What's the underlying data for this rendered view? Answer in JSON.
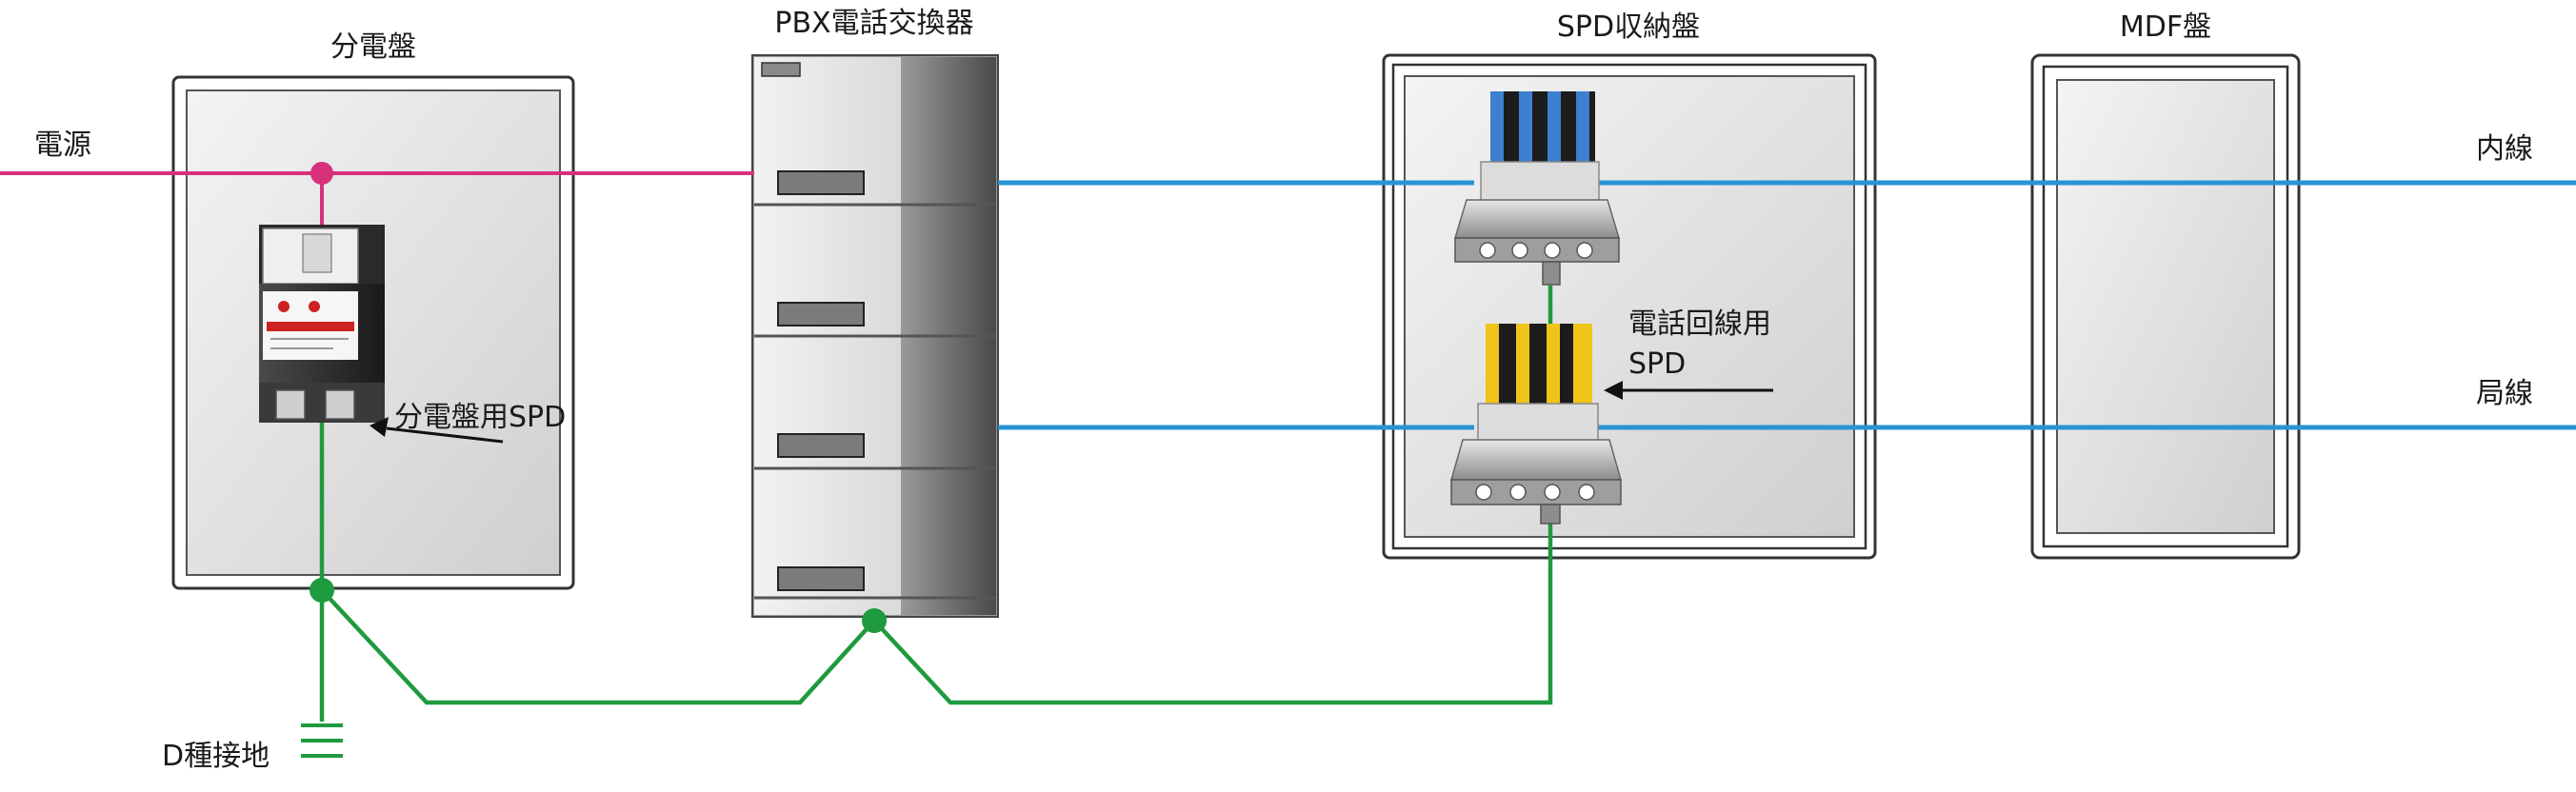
{
  "labels": {
    "distribution_board": "分電盤",
    "pbx": "PBX電話交換器",
    "spd_cabinet": "SPD収納盤",
    "mdf": "MDF盤",
    "power_source": "電源",
    "internal_line": "内線",
    "external_line": "局線",
    "board_spd": "分電盤用SPD",
    "telephone_spd_line1": "電話回線用",
    "telephone_spd_line2": "SPD",
    "ground": "D種接地"
  },
  "colors": {
    "power_line": "#d6317a",
    "telephone_line": "#2a93d5",
    "ground_line": "#1f9a3e",
    "spd_blue": "#3d7fd0",
    "spd_yellow": "#f0c419",
    "panel_fill": "#dcdcdc",
    "pbx_side": "#6e6e6e"
  },
  "icons": {
    "ground": "earth-ground-icon",
    "pointer": "arrow-left-icon"
  }
}
